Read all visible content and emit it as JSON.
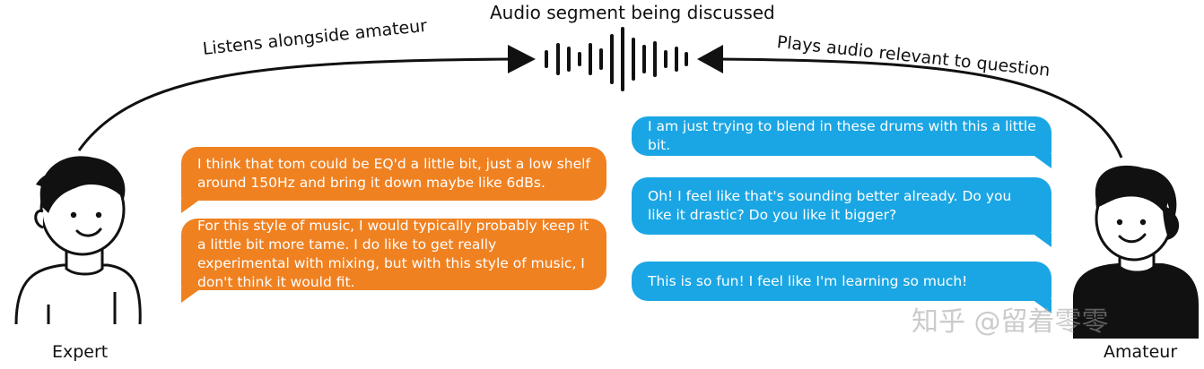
{
  "title": "Audio segment being discussed",
  "left_arrow_label": "Listens alongside amateur",
  "right_arrow_label": "Plays audio relevant to question",
  "expert_label": "Expert",
  "amateur_label": "Amateur",
  "expert_messages": [
    "I think that tom could be EQ'd a little bit, just a low shelf around 150Hz and bring it down maybe like 6dBs.",
    "For this style of music, I would typically probably keep it a little bit more tame. I do like to get really experimental with mixing, but with this style of music, I don't think it would fit."
  ],
  "amateur_messages": [
    "I am just trying to blend in these drums with this a little bit.",
    "Oh! I feel like that's sounding better already.  Do you like it drastic? Do you like it bigger?",
    "This is so fun! I feel like I'm learning so much!"
  ],
  "watermark": "知乎 @留着零零",
  "colors": {
    "expert_bubble": "#f08121",
    "amateur_bubble": "#1aa6e4",
    "ink": "#111111"
  },
  "icons": [
    "soundwave-icon",
    "expert-avatar-icon",
    "amateur-avatar-icon",
    "arrow-icon"
  ]
}
